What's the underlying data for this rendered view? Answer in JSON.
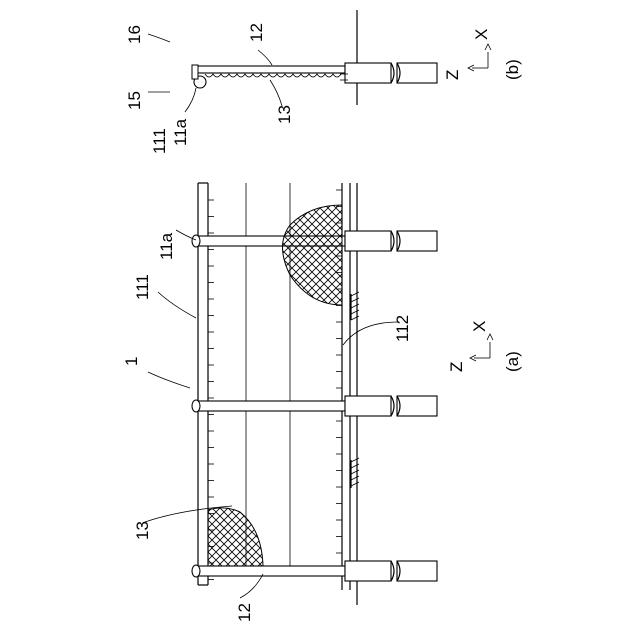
{
  "figure": {
    "labels": {
      "ref_1": "1",
      "ref_111_a": "111",
      "ref_11a_a": "11a",
      "ref_112": "112",
      "ref_13_a": "13",
      "ref_12_a": "12",
      "ref_16": "16",
      "ref_12_b": "12",
      "ref_15": "15",
      "ref_13_b": "13",
      "ref_111_b": "111",
      "ref_11a_b": "11a"
    },
    "axes_a": {
      "x": "X",
      "z": "Z",
      "caption": "(a)"
    },
    "axes_b": {
      "x": "X",
      "z": "Z",
      "caption": "(b)"
    }
  }
}
